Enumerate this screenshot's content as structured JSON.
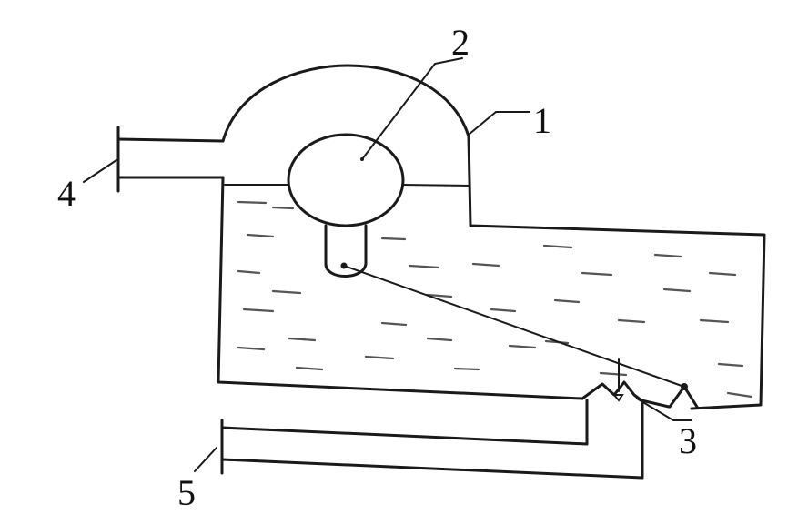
{
  "labels": {
    "housing": "1",
    "float": "2",
    "valve": "3",
    "outlet": "4",
    "inlet": "5"
  },
  "colors": {
    "ink": "#1a1a1a",
    "background": "#ffffff"
  }
}
